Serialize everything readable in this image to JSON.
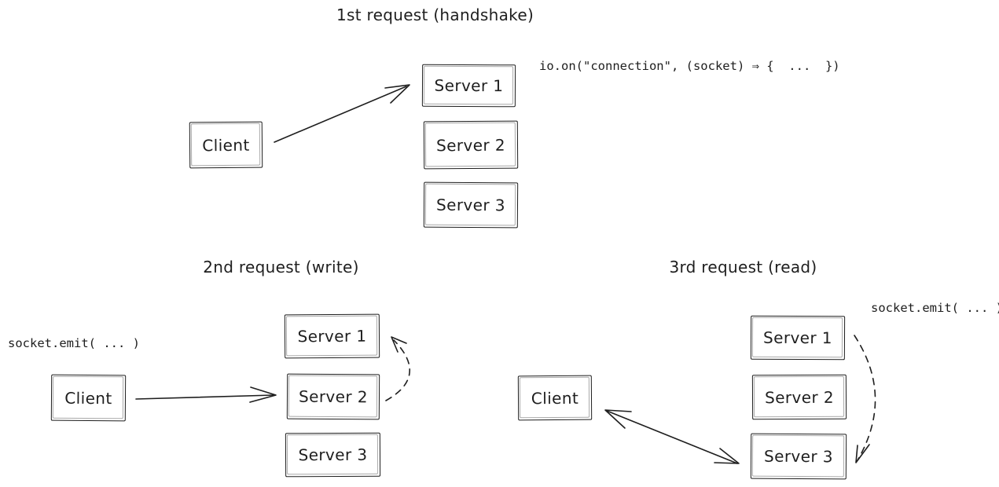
{
  "page": {
    "background": "#ffffff",
    "ink_color": "#1e1e1e",
    "style": "hand-drawn sketch (Excalidraw-like)"
  },
  "diagrams": [
    {
      "id": "first-request",
      "title": "1st request (handshake)",
      "code_annotation": "io.on(\"connection\", (socket) ⇒ {  ...  })",
      "client_label": "Client",
      "servers": [
        "Server 1",
        "Server 2",
        "Server 3"
      ],
      "edges": [
        {
          "from": "Client",
          "to": "Server 1",
          "line": "solid",
          "arrow": "to"
        }
      ]
    },
    {
      "id": "second-request",
      "title": "2nd request (write)",
      "code_annotation": "socket.emit( ... )",
      "client_label": "Client",
      "servers": [
        "Server 1",
        "Server 2",
        "Server 3"
      ],
      "edges": [
        {
          "from": "Client",
          "to": "Server 2",
          "line": "solid",
          "arrow": "to"
        },
        {
          "from": "Server 2",
          "to": "Server 1",
          "line": "dashed",
          "arrow": "to"
        }
      ]
    },
    {
      "id": "third-request",
      "title": "3rd request (read)",
      "code_annotation": "socket.emit( ... )",
      "client_label": "Client",
      "servers": [
        "Server 1",
        "Server 2",
        "Server 3"
      ],
      "edges": [
        {
          "from": "Server 3",
          "to": "Client",
          "line": "solid",
          "arrow": "both"
        },
        {
          "from": "Server 1",
          "to": "Server 3",
          "line": "dashed",
          "arrow": "to"
        }
      ]
    }
  ]
}
